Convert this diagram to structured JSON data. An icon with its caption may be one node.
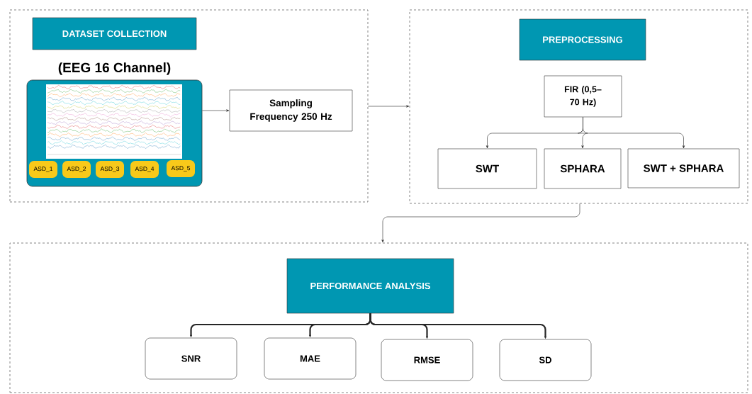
{
  "diagram": {
    "nodes": [
      {
        "text": [],
        "shape": "box"
      },
      {
        "text": [
          "DATASET COLLECTION"
        ],
        "in": 0
      },
      {
        "text": [
          "(EEG 16 Channel)"
        ],
        "in": 0
      },
      {
        "text": [
          "ASD_1"
        ],
        "in": 2
      },
      {
        "text": [
          "ASD_2"
        ],
        "in": 2
      },
      {
        "text": [
          "ASD_3"
        ],
        "in": 2
      },
      {
        "text": [
          "ASD_4"
        ],
        "in": 2
      },
      {
        "text": [
          "ASD_5"
        ],
        "in": 2
      },
      {
        "text": [
          "Sampling Frequency 250 Hz"
        ],
        "in": 0
      },
      {
        "text": [],
        "shape": "box"
      },
      {
        "text": [
          "PREPROCESSING"
        ],
        "in": 9
      },
      {
        "text": [
          "FIR (0,5–70 Hz)"
        ],
        "in": 9
      },
      {
        "text": [
          "SWT"
        ],
        "in": 9
      },
      {
        "text": [
          "SPHARA"
        ],
        "in": 9
      },
      {
        "text": [
          "SWT + SPHARA"
        ],
        "in": 9
      },
      {
        "text": [],
        "shape": "box"
      },
      {
        "text": [
          "PERFORMANCE ANALYSIS"
        ],
        "in": 15
      },
      {
        "text": [
          "SNR"
        ],
        "in": 15
      },
      {
        "text": [
          "MAE"
        ],
        "in": 15
      },
      {
        "text": [
          "RMSE"
        ],
        "in": 15
      },
      {
        "text": [
          "SD"
        ],
        "in": 15
      }
    ],
    "edges": [
      {
        "from": 2,
        "to": 8,
        "arrow": "to"
      },
      {
        "from": 0,
        "to": 9,
        "arrow": "to"
      },
      {
        "from": 11,
        "to": 12,
        "arrow": "to"
      },
      {
        "from": 11,
        "to": 13,
        "arrow": "to"
      },
      {
        "from": 11,
        "to": 14,
        "arrow": "to"
      },
      {
        "from": 9,
        "to": 15,
        "arrow": "to"
      },
      {
        "from": 16,
        "to": 17,
        "arrow": "to",
        "style": "thick"
      },
      {
        "from": 16,
        "to": 18,
        "arrow": "to",
        "style": "thick"
      },
      {
        "from": 16,
        "to": 19,
        "arrow": "to",
        "style": "thick"
      },
      {
        "from": 16,
        "to": 20,
        "arrow": "to",
        "style": "thick"
      }
    ]
  }
}
